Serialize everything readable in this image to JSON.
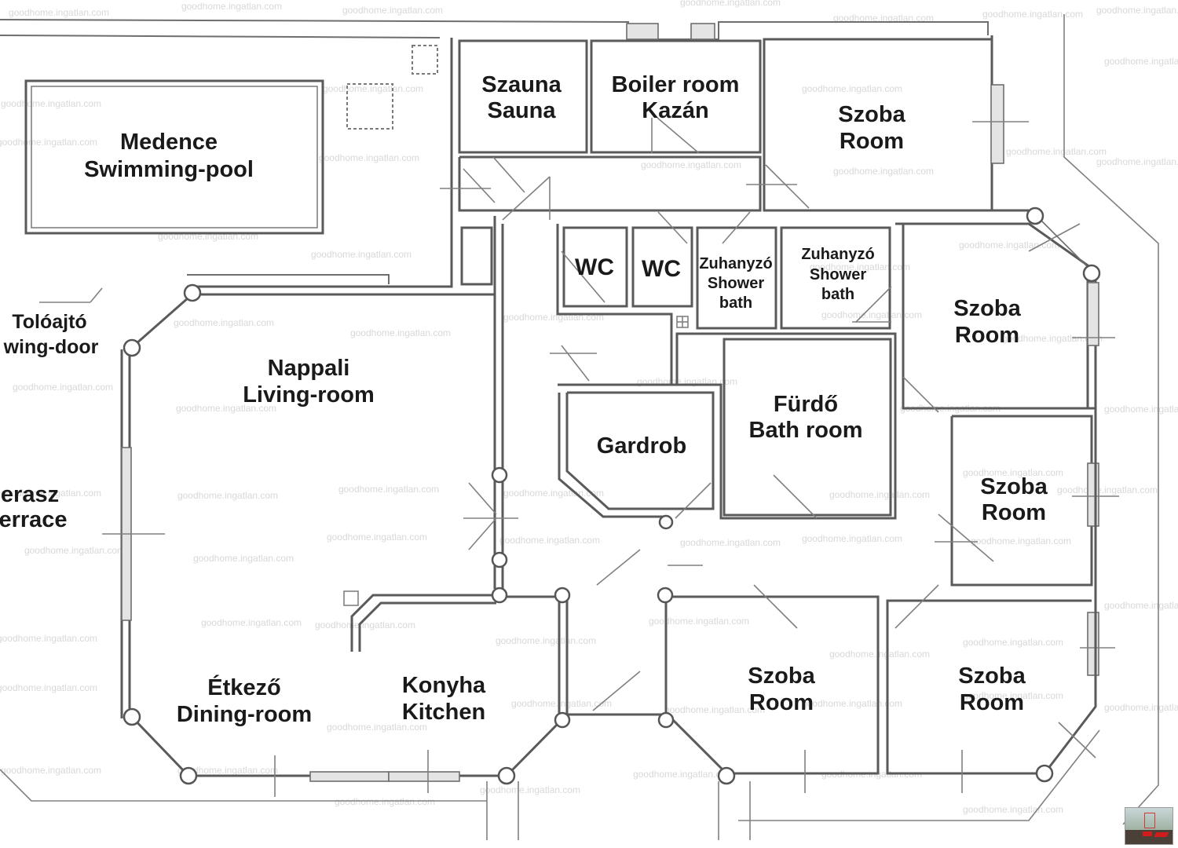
{
  "title": "Floor plan",
  "rooms": {
    "pool": {
      "hu": "Medence",
      "en": "Swimming-pool"
    },
    "sauna": {
      "hu": "Szauna",
      "en": "Sauna"
    },
    "boiler": {
      "en": "Boiler room",
      "hu": "Kazán"
    },
    "room_top": {
      "hu": "Szoba",
      "en": "Room"
    },
    "wc1": {
      "en": "WC"
    },
    "wc2": {
      "en": "WC"
    },
    "shower1": {
      "hu": "Zuhanyzó",
      "en1": "Shower",
      "en2": "bath"
    },
    "shower2": {
      "hu": "Zuhanyzó",
      "en1": "Shower",
      "en2": "bath"
    },
    "room_right_upper": {
      "hu": "Szoba",
      "en": "Room"
    },
    "sliding_door": {
      "hu": "Tolóajtó",
      "en": "wing-door"
    },
    "living": {
      "hu": "Nappali",
      "en": "Living-room"
    },
    "gardrob": {
      "en": "Gardrob"
    },
    "bath": {
      "hu": "Fürdő",
      "en": "Bath room"
    },
    "room_right_mid": {
      "hu": "Szoba",
      "en": "Room"
    },
    "terrace": {
      "hu": "erasz",
      "en": "errace"
    },
    "dining": {
      "hu": "Étkező",
      "en": "Dining-room"
    },
    "kitchen": {
      "hu": "Konyha",
      "en": "Kitchen"
    },
    "room_bottom_mid": {
      "hu": "Szoba",
      "en": "Room"
    },
    "room_bottom_right": {
      "hu": "Szoba",
      "en": "Room"
    }
  },
  "watermark": "goodhome.ingatlan.com",
  "thumbnail": {
    "label": "photo-thumbnail"
  }
}
